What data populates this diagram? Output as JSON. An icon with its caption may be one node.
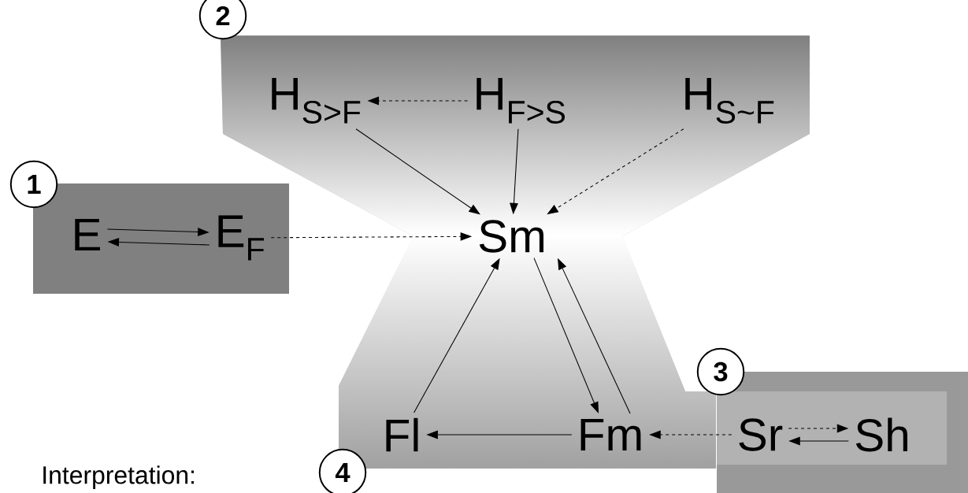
{
  "diagram": {
    "nodes": [
      {
        "text": [],
        "shape": "polygon"
      },
      {
        "text": [],
        "shape": "box"
      },
      {
        "text": [],
        "shape": "box"
      },
      {
        "text": [
          "H$_{S>F}$"
        ],
        "in": 0
      },
      {
        "text": [
          "H$_{F>S}$"
        ],
        "in": 0
      },
      {
        "text": [
          "H$_{S~F}$"
        ],
        "in": 0
      },
      {
        "text": [
          "E"
        ],
        "in": 1
      },
      {
        "text": [
          "E$_{F}$"
        ],
        "in": 1
      },
      {
        "text": [
          "Sm"
        ],
        "in": 0
      },
      {
        "text": [
          "Fl"
        ],
        "in": 0
      },
      {
        "text": [
          "Fm"
        ],
        "in": 0
      },
      {
        "text": [
          "Sr"
        ],
        "in": 2
      },
      {
        "text": [
          "Sh"
        ],
        "in": 2
      }
    ],
    "edges": [
      {
        "from": 4,
        "to": 3,
        "arrow": "to",
        "style": "dashed"
      },
      {
        "from": 3,
        "to": 8,
        "arrow": "to"
      },
      {
        "from": 4,
        "to": 8,
        "arrow": "to"
      },
      {
        "from": 5,
        "to": 8,
        "arrow": "to",
        "style": "dashed"
      },
      {
        "from": 6,
        "to": 7,
        "arrow": "to"
      },
      {
        "from": 7,
        "to": 6,
        "arrow": "to"
      },
      {
        "from": 7,
        "to": 8,
        "arrow": "to",
        "style": "dashed"
      },
      {
        "from": 8,
        "to": 10,
        "arrow": "to"
      },
      {
        "from": 10,
        "to": 8,
        "arrow": "to"
      },
      {
        "from": 9,
        "to": 8,
        "arrow": "to"
      },
      {
        "from": 10,
        "to": 9,
        "arrow": "to"
      },
      {
        "from": 11,
        "to": 10,
        "arrow": "to",
        "style": "dashed"
      },
      {
        "from": 11,
        "to": 12,
        "arrow": "to",
        "style": "dashed"
      },
      {
        "from": 12,
        "to": 11,
        "arrow": "to"
      }
    ],
    "labels": [
      "2",
      "1",
      "3",
      "4",
      "Interpretation:"
    ]
  }
}
